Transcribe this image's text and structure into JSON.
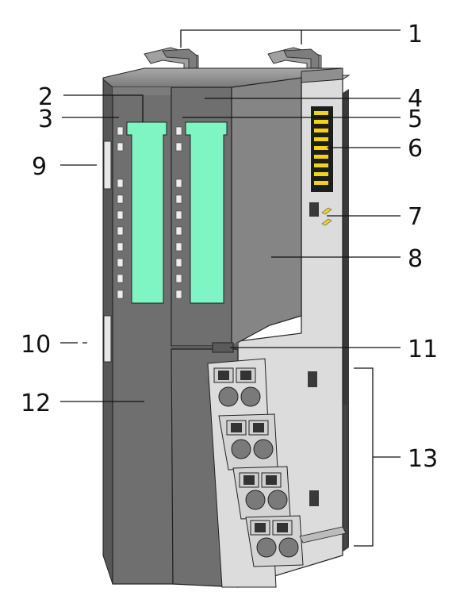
{
  "callouts": [
    {
      "id": "c1",
      "text": "1"
    },
    {
      "id": "c2",
      "text": "2"
    },
    {
      "id": "c3",
      "text": "3"
    },
    {
      "id": "c4",
      "text": "4"
    },
    {
      "id": "c5",
      "text": "5"
    },
    {
      "id": "c6",
      "text": "6"
    },
    {
      "id": "c7",
      "text": "7"
    },
    {
      "id": "c8",
      "text": "8"
    },
    {
      "id": "c9",
      "text": "9"
    },
    {
      "id": "c10",
      "text": "10"
    },
    {
      "id": "c11",
      "text": "11"
    },
    {
      "id": "c12",
      "text": "12"
    },
    {
      "id": "c13",
      "text": "13"
    }
  ],
  "colors": {
    "housing_dark": "#6f6f6f",
    "housing_mid": "#858585",
    "housing_light": "#9a9a9a",
    "label_strip": "#7ff5c4",
    "led": "#eeeeee",
    "backplane": "#d9d9d9",
    "contacts": "#f3d318",
    "rail_dark": "#3a3a3a"
  }
}
